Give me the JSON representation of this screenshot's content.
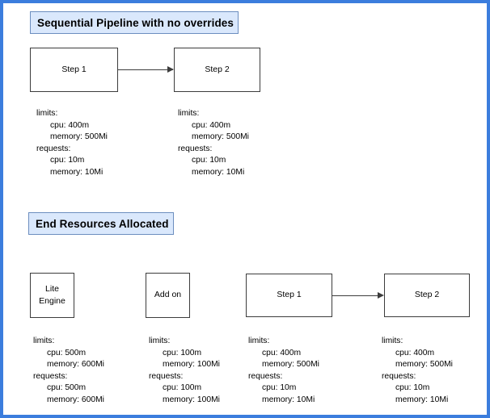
{
  "page": {
    "frame_color": "#3b7ddd",
    "title_fill": "#dae8fc",
    "title_stroke": "#6c8ebf",
    "node_stroke": "#3c3c3c"
  },
  "sections": [
    {
      "heading": "Sequential Pipeline with no overrides",
      "nodes": [
        {
          "label_line1": "Step 1",
          "label_line2": ""
        },
        {
          "label_line1": "Step 2",
          "label_line2": ""
        }
      ],
      "specs": [
        {
          "limits_label": "limits:",
          "limits_cpu": "cpu: 400m",
          "limits_memory": "memory: 500Mi",
          "requests_label": "requests:",
          "requests_cpu": "cpu: 10m",
          "requests_memory": "memory: 10Mi"
        },
        {
          "limits_label": "limits:",
          "limits_cpu": "cpu: 400m",
          "limits_memory": "memory: 500Mi",
          "requests_label": "requests:",
          "requests_cpu": "cpu: 10m",
          "requests_memory": "memory: 10Mi"
        }
      ]
    },
    {
      "heading": "End Resources Allocated",
      "nodes": [
        {
          "label_line1": "Lite",
          "label_line2": "Engine"
        },
        {
          "label_line1": "Add on",
          "label_line2": ""
        },
        {
          "label_line1": "Step 1",
          "label_line2": ""
        },
        {
          "label_line1": "Step 2",
          "label_line2": ""
        }
      ],
      "specs": [
        {
          "limits_label": "limits:",
          "limits_cpu": "cpu: 500m",
          "limits_memory": "memory: 600Mi",
          "requests_label": "requests:",
          "requests_cpu": "cpu: 500m",
          "requests_memory": "memory: 600Mi"
        },
        {
          "limits_label": "limits:",
          "limits_cpu": "cpu: 100m",
          "limits_memory": "memory: 100Mi",
          "requests_label": "requests:",
          "requests_cpu": "cpu: 100m",
          "requests_memory": "memory: 100Mi"
        },
        {
          "limits_label": "limits:",
          "limits_cpu": "cpu: 400m",
          "limits_memory": "memory: 500Mi",
          "requests_label": "requests:",
          "requests_cpu": "cpu: 10m",
          "requests_memory": "memory: 10Mi"
        },
        {
          "limits_label": "limits:",
          "limits_cpu": "cpu: 400m",
          "limits_memory": "memory: 500Mi",
          "requests_label": "requests:",
          "requests_cpu": "cpu: 10m",
          "requests_memory": "memory: 10Mi"
        }
      ]
    }
  ]
}
